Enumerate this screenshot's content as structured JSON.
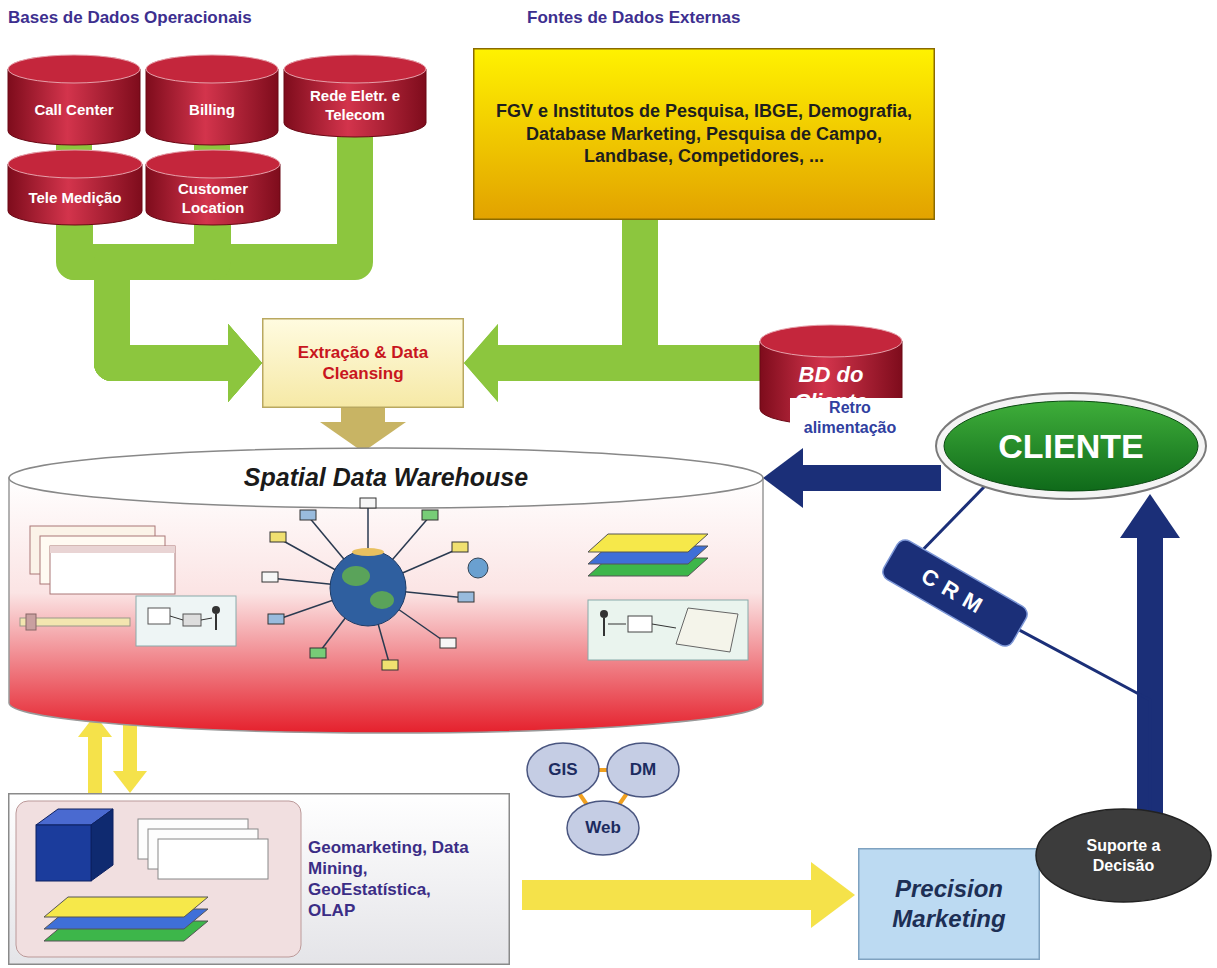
{
  "diagram": {
    "nodes": [
      {
        "text": [
          "Call Center"
        ]
      },
      {
        "text": [
          "Billing"
        ]
      },
      {
        "text": [
          "Rede Eletr. e Telecom"
        ]
      },
      {
        "text": [
          "Tele Medição"
        ]
      },
      {
        "text": [
          "Customer Location"
        ]
      },
      {
        "text": [
          "FGV e Institutos de Pesquisa, IBGE, Demografia, Database Marketing, Pesquisa de Campo, Landbase, Competidores, ..."
        ]
      },
      {
        "text": [
          "Extração & Data Cleansing"
        ]
      },
      {
        "text": [
          "BD do Cliente"
        ]
      },
      {
        "text": [
          "Spatial Data Warehouse"
        ]
      },
      {
        "text": [
          "CLIENTE"
        ]
      },
      {
        "text": [
          "CRM"
        ]
      },
      {
        "text": [
          "GIS"
        ]
      },
      {
        "text": [
          "DM"
        ]
      },
      {
        "text": [
          "Web"
        ]
      },
      {
        "text": [
          "Geomarketing, Data Mining, GeoEstatística, OLAP"
        ]
      },
      {
        "text": [
          "Precision Marketing"
        ]
      },
      {
        "text": [
          "Suporte a Decisão"
        ]
      }
    ],
    "edges": [
      {
        "from": 0,
        "to": 6,
        "arrow": "to"
      },
      {
        "from": 1,
        "to": 6,
        "arrow": "to"
      },
      {
        "from": 2,
        "to": 6,
        "arrow": "to"
      },
      {
        "from": 3,
        "to": 6,
        "arrow": "to"
      },
      {
        "from": 4,
        "to": 6,
        "arrow": "to"
      },
      {
        "from": 5,
        "to": 6,
        "arrow": "to"
      },
      {
        "from": 7,
        "to": 6,
        "arrow": "to"
      },
      {
        "from": 6,
        "to": 8,
        "arrow": "to"
      },
      {
        "from": 14,
        "to": 8,
        "arrow": "to"
      },
      {
        "from": 8,
        "to": 14,
        "arrow": "to"
      },
      {
        "from": 14,
        "to": 15,
        "arrow": "to"
      },
      {
        "from": 16,
        "to": 9,
        "arrow": "to"
      },
      {
        "from": 9,
        "to": 8,
        "label": "Retro alimentação",
        "arrow": "to"
      },
      {
        "from": 9,
        "to": 10,
        "arrow": "none"
      },
      {
        "from": 10,
        "to": 16,
        "arrow": "none"
      },
      {
        "from": 11,
        "to": 12,
        "arrow": "none"
      },
      {
        "from": 11,
        "to": 13,
        "arrow": "none"
      },
      {
        "from": 12,
        "to": 13,
        "arrow": "none"
      }
    ],
    "labels": [
      "Bases de Dados Operacionais",
      "Fontes de Dados Externas"
    ]
  }
}
